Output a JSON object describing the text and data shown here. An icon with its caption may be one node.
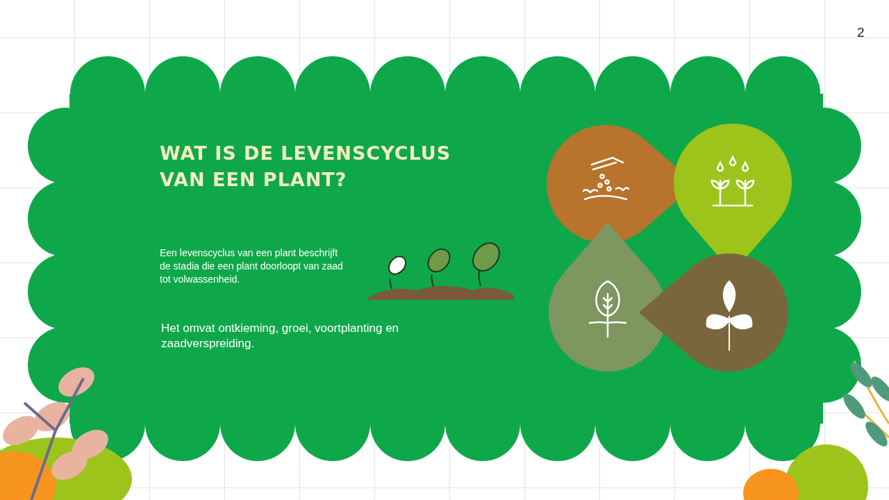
{
  "diagram": {
    "title": "WAT IS DE LEVENSCYCLUS VAN EEN PLANT?",
    "labels": [
      "2",
      "Een levenscyclus van een plant beschrijft de stadia die een plant doorloopt van zaad tot volwassenheid.",
      "Het omvat ontkieming, groei, voortplanting en zaadverspreiding."
    ]
  }
}
